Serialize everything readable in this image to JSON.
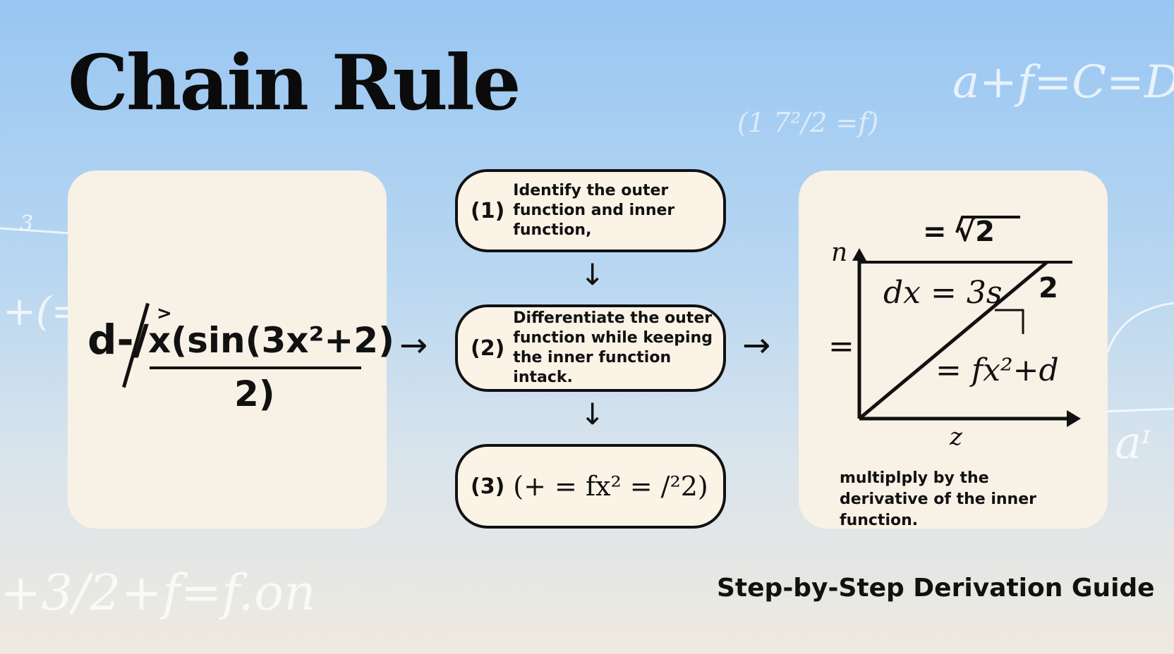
{
  "title": "Chain Rule",
  "subtitle": "Step-by-Step Derivation Guide",
  "decor": {
    "top_right": "a+f=C=D",
    "top_mid": "(1 7²/2 =f)",
    "left_top": "3",
    "left_mid": "+(=",
    "bottom_left": "+3/2+f=f.on",
    "right_bottom": "aᶦ"
  },
  "left_panel": {
    "prefix": "d-/",
    "numerator": "x(sin(3x²+2)",
    "denominator": "2)"
  },
  "steps": [
    {
      "num": "(1)",
      "text": "Identify the outer function and inner function,"
    },
    {
      "num": "(2)",
      "text": "Differentiate the outer function while keeping the inner function intack."
    },
    {
      "num": "(3)",
      "expr": "(+ = fx² = /²2)"
    }
  ],
  "right_panel": {
    "eq_top": "= √2",
    "y_label": "n",
    "x_label": "z",
    "left_eq": "=",
    "line1": "dx = 3s",
    "mark2": "2",
    "line2": "= fx²+d",
    "caption": "multiplply by the derivative of the inner function."
  },
  "arrows": {
    "right": "→",
    "down": "↓"
  }
}
